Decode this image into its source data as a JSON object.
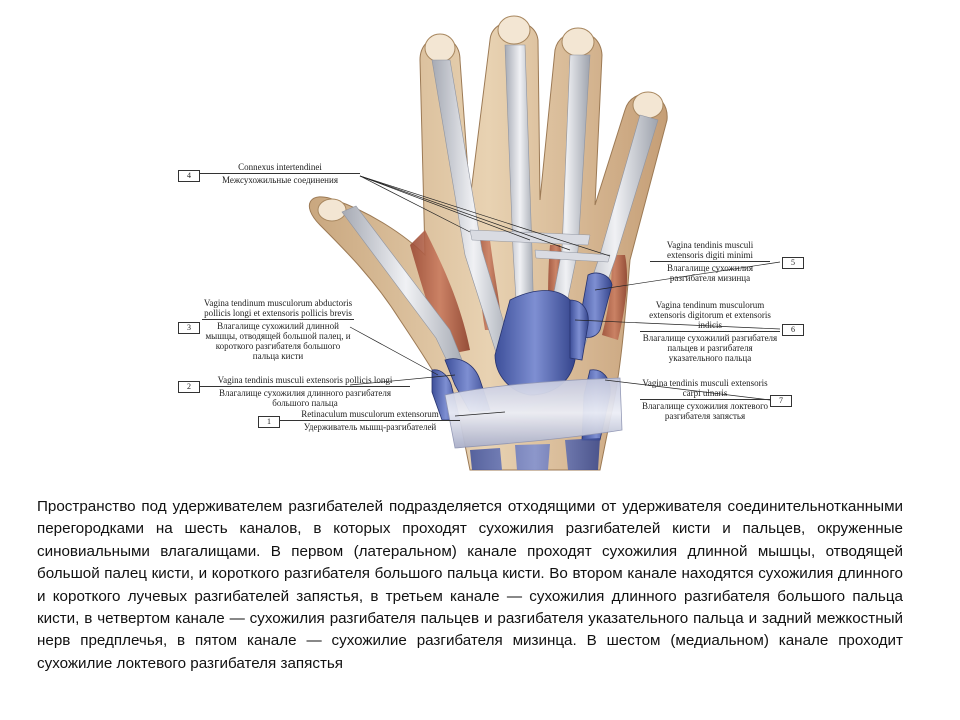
{
  "labels": {
    "l4": {
      "num": "4",
      "latin": "Connexus intertendinei",
      "russian": "Межсухожильные соединения"
    },
    "l3": {
      "num": "3",
      "latin": "Vagina tendinum musculorum abductoris pollicis longi et extensoris pollicis brevis",
      "russian": "Влагалище сухожилий длинной мышцы, отводящей большой палец, и короткого разгибателя большого пальца кисти"
    },
    "l2": {
      "num": "2",
      "latin": "Vagina tendinis musculi extensoris pollicis longi",
      "russian": "Влагалище сухожилия длинного разгибателя большого пальца"
    },
    "l1": {
      "num": "1",
      "latin": "Retinaculum musculorum extensorum",
      "russian": "Удерживатель мышц-разгибателей"
    },
    "l5": {
      "num": "5",
      "latin": "Vagina tendinis musculi extensoris digiti minimi",
      "russian": "Влагалище сухожилия разгибателя мизинца"
    },
    "l6": {
      "num": "6",
      "latin": "Vagina tendinum musculorum extensoris digitorum et extensoris indicis",
      "russian": "Влагалище сухожилий разгибателя пальцев и разгибателя указательного пальца"
    },
    "l7": {
      "num": "7",
      "latin": "Vagina tendinis musculi extensoris carpi ulnaris",
      "russian": "Влагалище сухожилия локтевого разгибателя запястья"
    }
  },
  "caption": "Пространство под удерживателем разгибателей подразделяется отходящими от удерживателя соединительнотканными перегородками на шесть каналов, в которых проходят сухожилия разгибателей кисти и пальцев, окруженные синовиальными влагалищами. В первом (латеральном) канале проходят сухожилия длинной мышцы, отводящей большой палец кисти, и короткого разгибателя большого пальца кисти. Во втором канале находятся сухожилия длинного и короткого лучевых разгибателей запястья, в третьем канале — сухожилия длинного разгибателя большого пальца кисти, в четвертом канале — сухожилия разгибателя пальцев и разгибателя указательного пальца и задний межкостный нерв предплечья, в пятом канале — сухожилие разгибателя мизинца. В шестом (медиальном) канале проходит сухожилие локтевого разгибателя запястья"
}
